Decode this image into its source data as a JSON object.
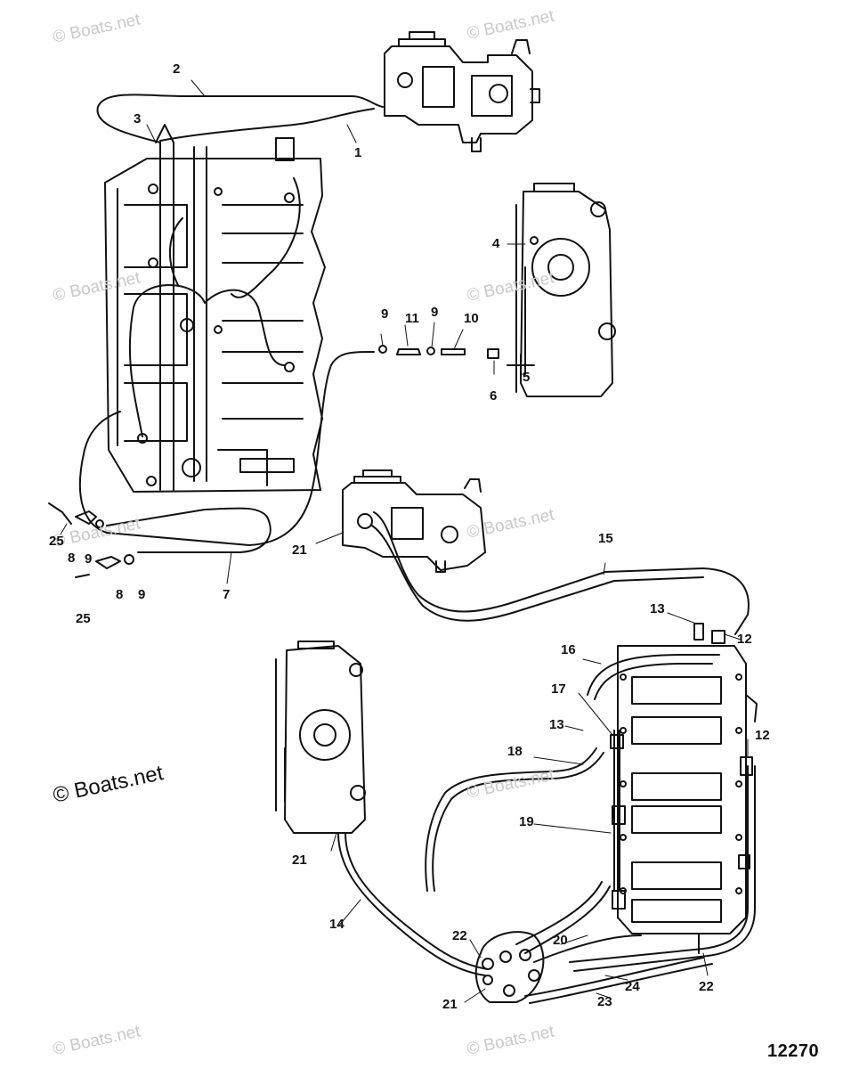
{
  "callouts": {
    "c1": "1",
    "c2": "2",
    "c3": "3",
    "c4": "4",
    "c5": "5",
    "c6": "6",
    "c7": "7",
    "c8a": "8",
    "c8b": "8",
    "c9a": "9",
    "c9b": "9",
    "c9c": "9",
    "c9d": "9",
    "c10": "10",
    "c11": "11",
    "c12a": "12",
    "c12b": "12",
    "c13a": "13",
    "c13b": "13",
    "c14": "14",
    "c15": "15",
    "c16": "16",
    "c17": "17",
    "c18": "18",
    "c19": "19",
    "c20": "20",
    "c21a": "21",
    "c21b": "21",
    "c21c": "21",
    "c22a": "22",
    "c22b": "22",
    "c23": "23",
    "c24": "24",
    "c25a": "25",
    "c25b": "25"
  },
  "watermark": "© Boats.net",
  "figure_number": "12270"
}
